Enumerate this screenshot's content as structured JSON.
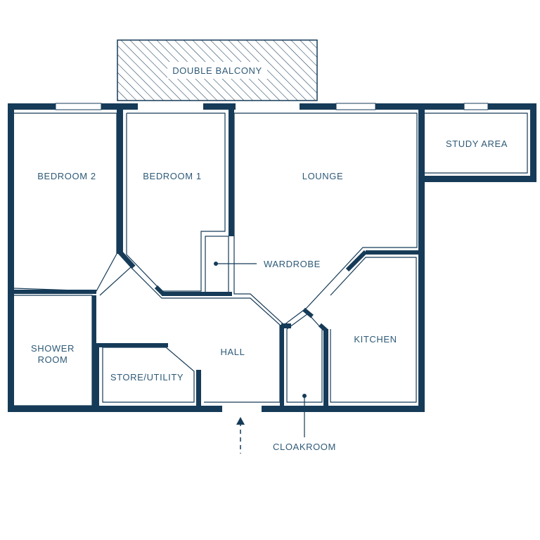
{
  "rooms": {
    "double_balcony": "DOUBLE BALCONY",
    "bedroom_2": "BEDROOM 2",
    "bedroom_1": "BEDROOM 1",
    "lounge": "LOUNGE",
    "study_area": "STUDY AREA",
    "wardrobe": "WARDROBE",
    "shower_room_line1": "SHOWER",
    "shower_room_line2": "ROOM",
    "hall": "HALL",
    "kitchen": "KITCHEN",
    "store_utility": "STORE/UTILITY",
    "cloakroom": "CLOAKROOM"
  },
  "colors": {
    "wall": "#163b58",
    "label": "#2e5a78",
    "background": "#ffffff"
  },
  "icons": {
    "entrance": "entrance-arrow-icon",
    "window": "window-icon",
    "balcony_hatch": "hatch-pattern"
  }
}
